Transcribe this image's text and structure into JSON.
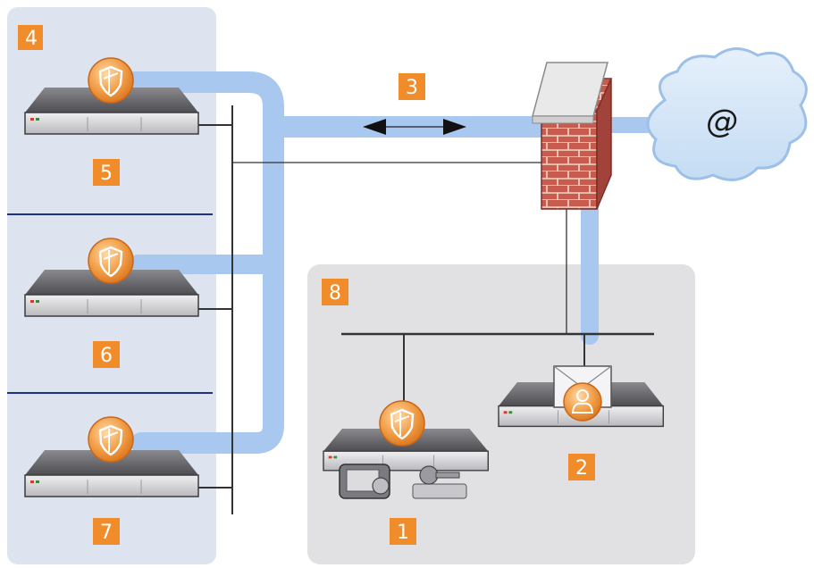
{
  "badges": {
    "b1": "1",
    "b2": "2",
    "b3": "3",
    "b4": "4",
    "b5": "5",
    "b6": "6",
    "b7": "7",
    "b8": "8"
  },
  "internet": {
    "symbol": "@"
  },
  "colors": {
    "badge": "#f08c2a",
    "panel": "#e3e3e8",
    "panel_left": "#dde3ef",
    "pipe": "#a9c8f0",
    "cloud": "#d6e6f8",
    "brick": "#c4574a",
    "device_top": "#6e6e72",
    "device_front": "#d4d4d6",
    "shield": "#f2a04a"
  },
  "icons": {
    "security_appliance": "shield-icon",
    "mail_server": "mail-envelope-icon",
    "firewall": "brick-wall-icon",
    "internet": "cloud-icon",
    "management": "monitor-icon",
    "license": "key-icon"
  }
}
